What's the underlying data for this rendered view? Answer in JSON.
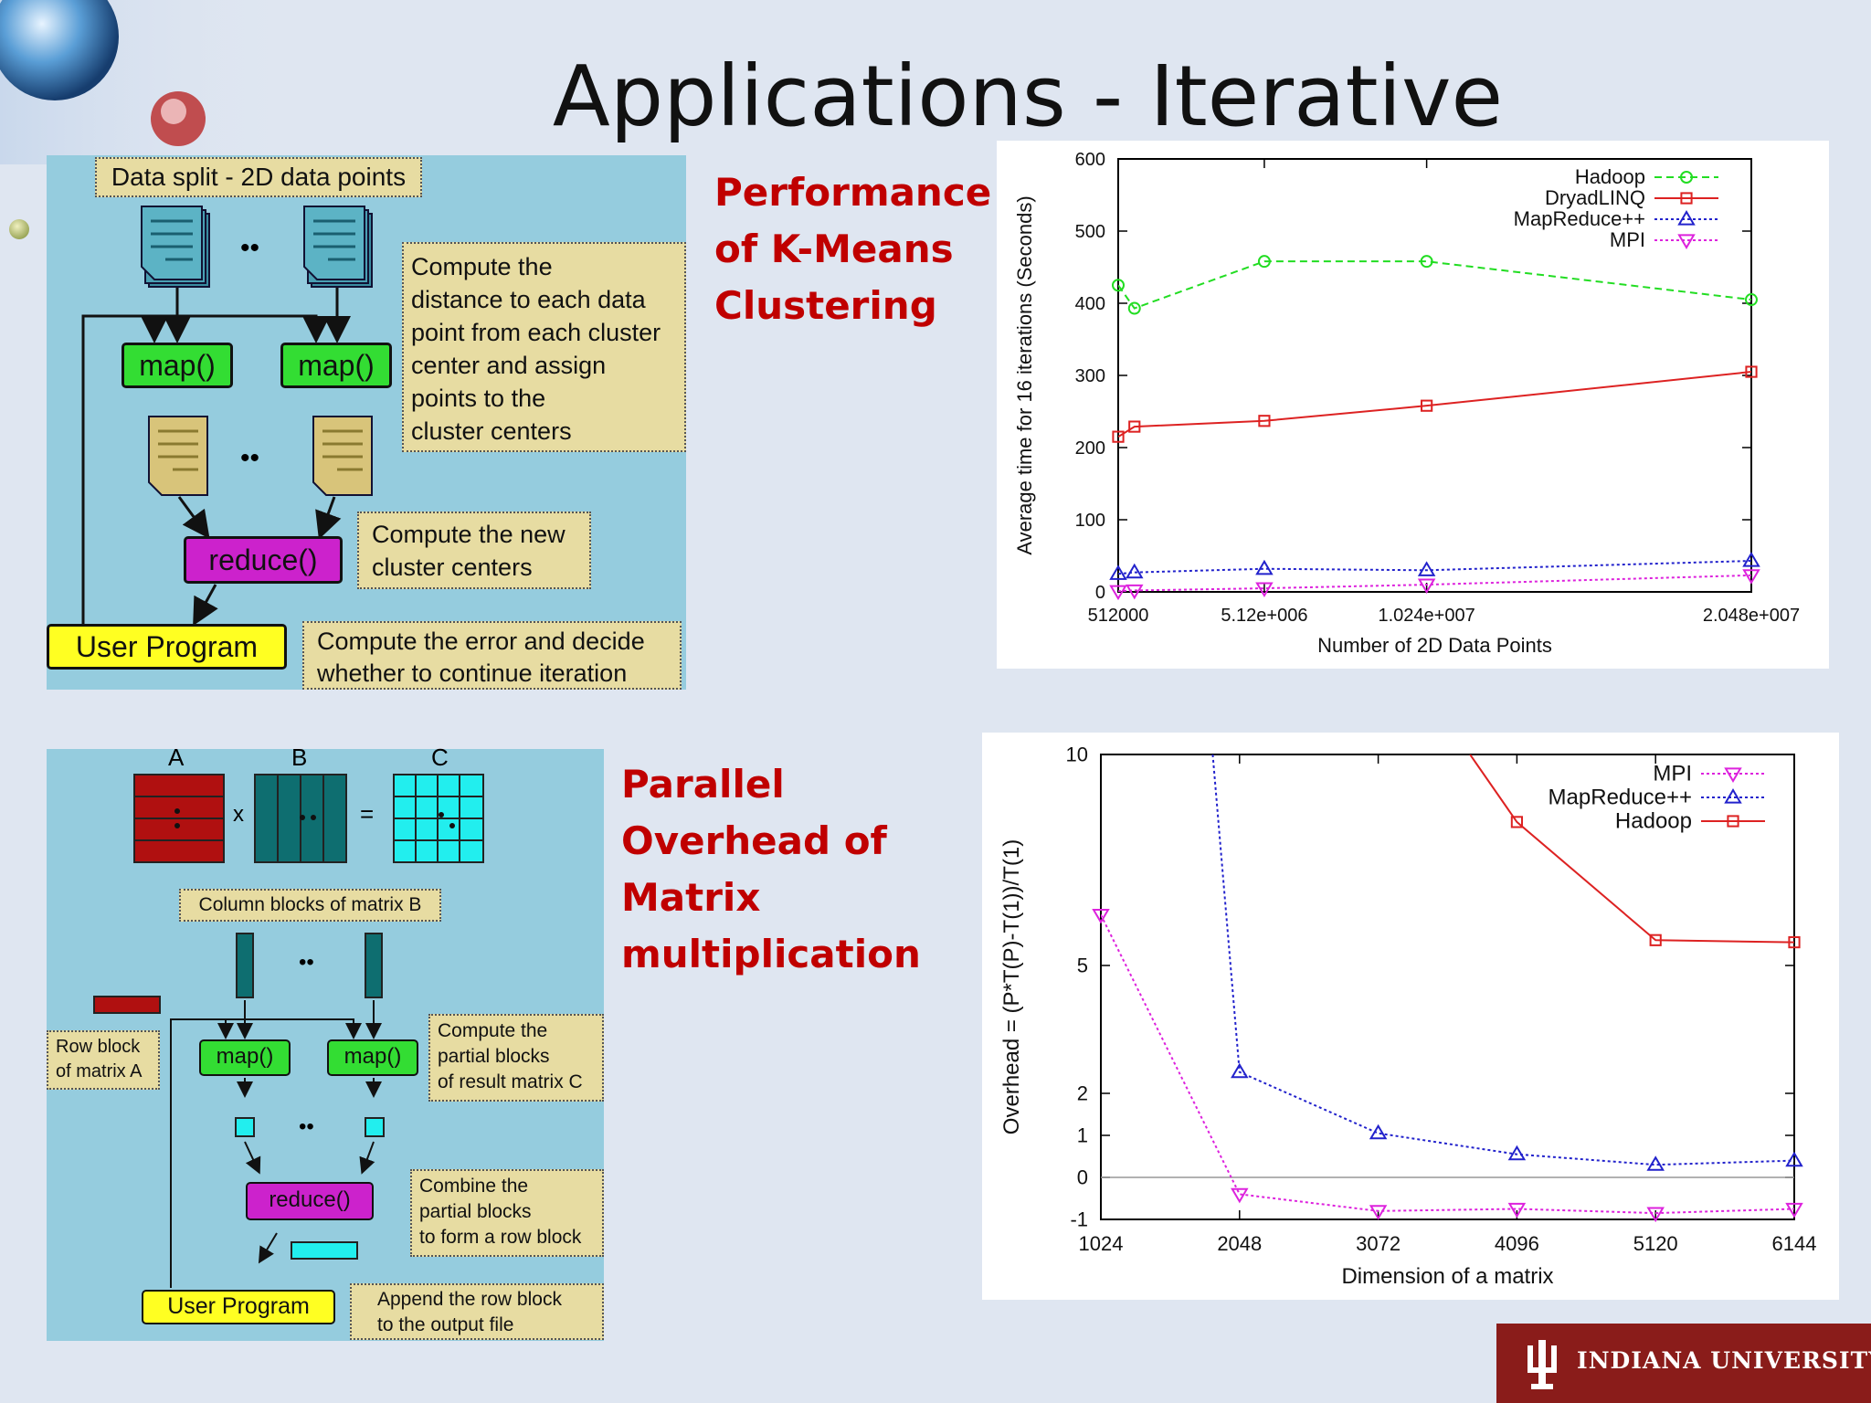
{
  "title": "Applications - Iterative",
  "kmeans": {
    "heading": "Performance\nof K-Means\nClustering",
    "data_split_label": "Data split - 2D data points",
    "ellipsis": "••",
    "map_label": "map()",
    "reduce_label": "reduce()",
    "user_program_label": "User Program",
    "map_note": "Compute the\ndistance to each data\npoint from each cluster\ncenter and assign\npoints to the\ncluster centers",
    "reduce_note": "Compute the new\ncluster centers",
    "user_note": "Compute the error and decide\nwhether to continue iteration"
  },
  "matrix": {
    "heading": "Parallel\nOverhead of\nMatrix\nmultiplication",
    "label_a": "A",
    "label_b": "B",
    "label_c": "C",
    "times_sign": "x",
    "equals_sign": "=",
    "column_blocks_label": "Column blocks of matrix B",
    "row_block_label": "Row block\nof matrix A",
    "ellipsis": "••",
    "map_label": "map()",
    "reduce_label": "reduce()",
    "user_program_label": "User Program",
    "map_note": "Compute the\npartial blocks\nof result matrix C",
    "reduce_note": "Combine the\npartial blocks\nto form a row block",
    "user_note": "Append the row block\nto the output file"
  },
  "footer": {
    "logo_text": "INDIANA UNIVERSITY",
    "logo_color": "#8a1c1a"
  },
  "colors": {
    "panel": "#95ccde",
    "note": "#e7dca2",
    "map_box": "#33dd33",
    "reduce_box": "#cc22cc",
    "user_box": "#ffff22",
    "heading": "#c00000"
  },
  "chart_data": [
    {
      "type": "line",
      "xlabel": "Number of 2D Data Points",
      "ylabel": "Average time for 16 iterations (Seconds)",
      "ylim": [
        0,
        600
      ],
      "yticks": [
        0,
        100,
        200,
        300,
        400,
        500,
        600
      ],
      "xlim": [
        512000,
        20480000
      ],
      "xticks": [
        512000,
        5120000,
        10240000,
        20480000
      ],
      "xtick_labels": [
        "512000",
        "5.12e+006",
        "1.024e+007",
        "2.048e+007"
      ],
      "legend_position": "top-right",
      "grid": false,
      "series": [
        {
          "name": "Hadoop",
          "color": "#22dd22",
          "marker": "circle",
          "dash": "dashed",
          "x": [
            512000,
            1024000,
            5120000,
            10240000,
            20480000
          ],
          "y": [
            425,
            393,
            458,
            458,
            405
          ]
        },
        {
          "name": "DryadLINQ",
          "color": "#dd2222",
          "marker": "square",
          "dash": "solid",
          "x": [
            512000,
            1024000,
            5120000,
            10240000,
            20480000
          ],
          "y": [
            215,
            229,
            237,
            258,
            305
          ]
        },
        {
          "name": "MapReduce++",
          "color": "#2222cc",
          "marker": "triangle-up",
          "dash": "dotted",
          "x": [
            512000,
            1024000,
            5120000,
            10240000,
            20480000
          ],
          "y": [
            25,
            27,
            32,
            30,
            43
          ]
        },
        {
          "name": "MPI",
          "color": "#dd22dd",
          "marker": "triangle-down",
          "dash": "dotted",
          "x": [
            512000,
            1024000,
            5120000,
            10240000,
            20480000
          ],
          "y": [
            1,
            2,
            5,
            10,
            23
          ]
        }
      ]
    },
    {
      "type": "line",
      "xlabel": "Dimension of a matrix",
      "ylabel": "Overhead = (P*T(P)-T(1))/T(1)",
      "ylim": [
        -1,
        10
      ],
      "yticks": [
        -1,
        0,
        1,
        2,
        5,
        10
      ],
      "xlim": [
        1024,
        6144
      ],
      "xticks": [
        1024,
        2048,
        3072,
        4096,
        5120,
        6144
      ],
      "legend_position": "top-right",
      "grid": false,
      "series": [
        {
          "name": "MPI",
          "color": "#dd22dd",
          "marker": "triangle-down",
          "dash": "dotted",
          "x": [
            1024,
            2048,
            3072,
            4096,
            5120,
            6144
          ],
          "y": [
            6.2,
            -0.4,
            -0.8,
            -0.75,
            -0.85,
            -0.75
          ]
        },
        {
          "name": "MapReduce++",
          "color": "#2222cc",
          "marker": "triangle-up",
          "dash": "dotted",
          "x": [
            1850,
            2048,
            3072,
            4096,
            5120,
            6144
          ],
          "y": [
            10,
            2.5,
            1.05,
            0.55,
            0.3,
            0.4
          ]
        },
        {
          "name": "Hadoop",
          "color": "#dd2222",
          "marker": "square",
          "dash": "solid",
          "x": [
            3750,
            4096,
            5120,
            6144
          ],
          "y": [
            10,
            8.4,
            5.6,
            5.55
          ]
        }
      ]
    }
  ]
}
